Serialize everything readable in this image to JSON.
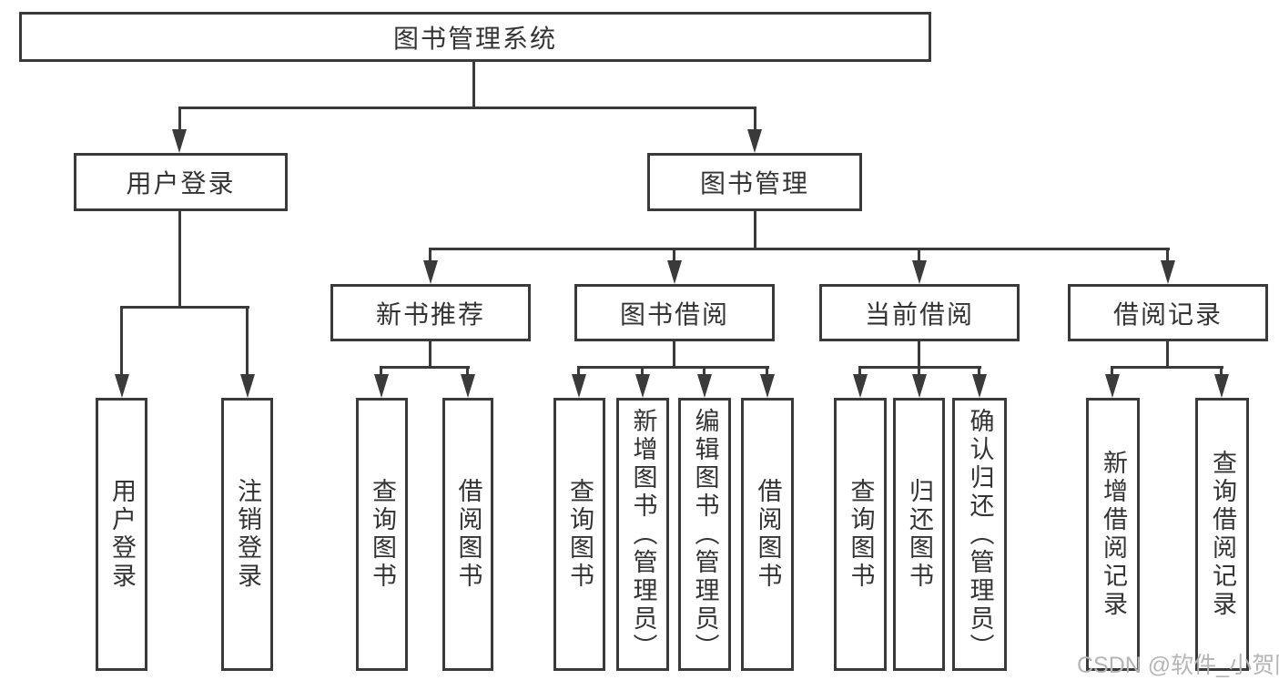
{
  "colors": {
    "line": "#3a3a3a",
    "text": "#333333",
    "box_background": "#ffffff",
    "watermark_text": "#b5b5b5"
  },
  "watermark": "CSDN @软件_小贺同学",
  "tree": {
    "root": {
      "label": "图书管理系统"
    },
    "branches": [
      {
        "label": "用户登录",
        "leaves": [
          {
            "label": "用户登录"
          },
          {
            "label": "注销登录"
          }
        ]
      },
      {
        "label": "图书管理",
        "groups": [
          {
            "label": "新书推荐",
            "leaves": [
              {
                "label": "查询图书"
              },
              {
                "label": "借阅图书"
              }
            ]
          },
          {
            "label": "图书借阅",
            "leaves": [
              {
                "label": "查询图书"
              },
              {
                "label": "新增图书（管理员）"
              },
              {
                "label": "编辑图书（管理员）"
              },
              {
                "label": "借阅图书"
              }
            ]
          },
          {
            "label": "当前借阅",
            "leaves": [
              {
                "label": "查询图书"
              },
              {
                "label": "归还图书"
              },
              {
                "label": "确认归还（管理员）"
              }
            ]
          },
          {
            "label": "借阅记录",
            "leaves": [
              {
                "label": "新增借阅记录"
              },
              {
                "label": "查询借阅记录"
              }
            ]
          }
        ]
      }
    ]
  }
}
